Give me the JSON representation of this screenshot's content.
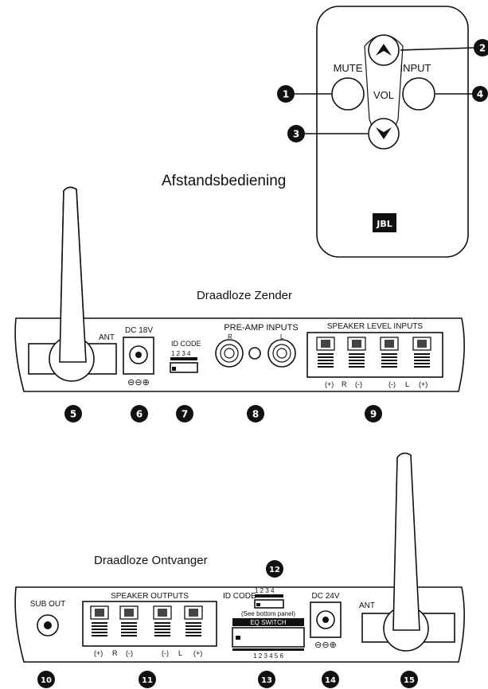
{
  "remote": {
    "caption": "Afstandsbediening",
    "mute_label": "MUTE",
    "input_label": "INPUT",
    "vol_label": "VOL",
    "brand": "JBL"
  },
  "transmitter": {
    "title": "Draadloze Zender",
    "ant_label": "ANT",
    "dc_label": "DC  18V",
    "id_code_label": "ID CODE",
    "id_code_digits": "1 2 3 4",
    "preamp_label": "PRE-AMP INPUTS",
    "preamp_r": "R",
    "preamp_l": "L",
    "speaker_level_label": "SPEAKER LEVEL  INPUTS",
    "terminal_labels": [
      "(+)",
      "R",
      "(-)",
      "(-)",
      "L",
      "(+)"
    ],
    "polarity_symbol": "⊖⊖⊕"
  },
  "receiver": {
    "title": "Draadloze Ontvanger",
    "sub_out_label": "SUB OUT",
    "speaker_outputs_label": "SPEAKER OUTPUTS",
    "id_code_label": "ID CODE",
    "id_code_digits": "1 2 3 4",
    "see_bottom_note": "(See bottom panel)",
    "eq_switch_label": "EQ SWITCH",
    "eq_digits": "1 2 3 4 5 6",
    "dc_label": "DC 24V",
    "ant_label": "ANT",
    "terminal_labels": [
      "(+)",
      "R",
      "(-)",
      "(-)",
      "L",
      "(+)"
    ],
    "polarity_symbol": "⊖⊖⊕"
  },
  "callouts": [
    "1",
    "2",
    "3",
    "4",
    "5",
    "6",
    "7",
    "8",
    "9",
    "10",
    "11",
    "12",
    "13",
    "14",
    "15"
  ]
}
